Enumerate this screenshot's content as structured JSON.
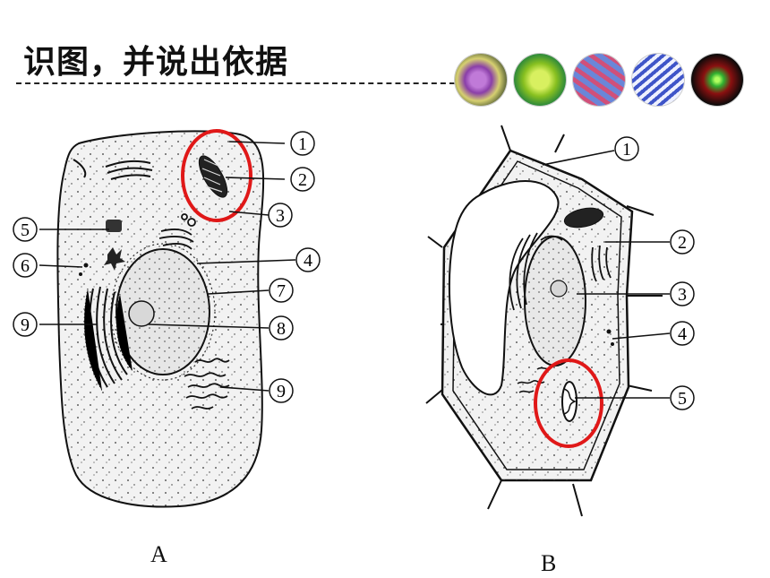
{
  "title": "识图，并说出依据",
  "cellA": {
    "caption": "A",
    "labels": [
      "1",
      "2",
      "3",
      "4",
      "5",
      "6",
      "7",
      "8",
      "9",
      "9"
    ]
  },
  "cellB": {
    "caption": "B",
    "labels": [
      "1",
      "2",
      "3",
      "4",
      "5"
    ]
  },
  "thumbnails": [
    "mitochondrion-photo",
    "chloroplast-photo",
    "endoplasmic-reticulum-photo",
    "golgi-photo",
    "fluorescent-cell-photo"
  ],
  "highlight_color": "#e01818"
}
